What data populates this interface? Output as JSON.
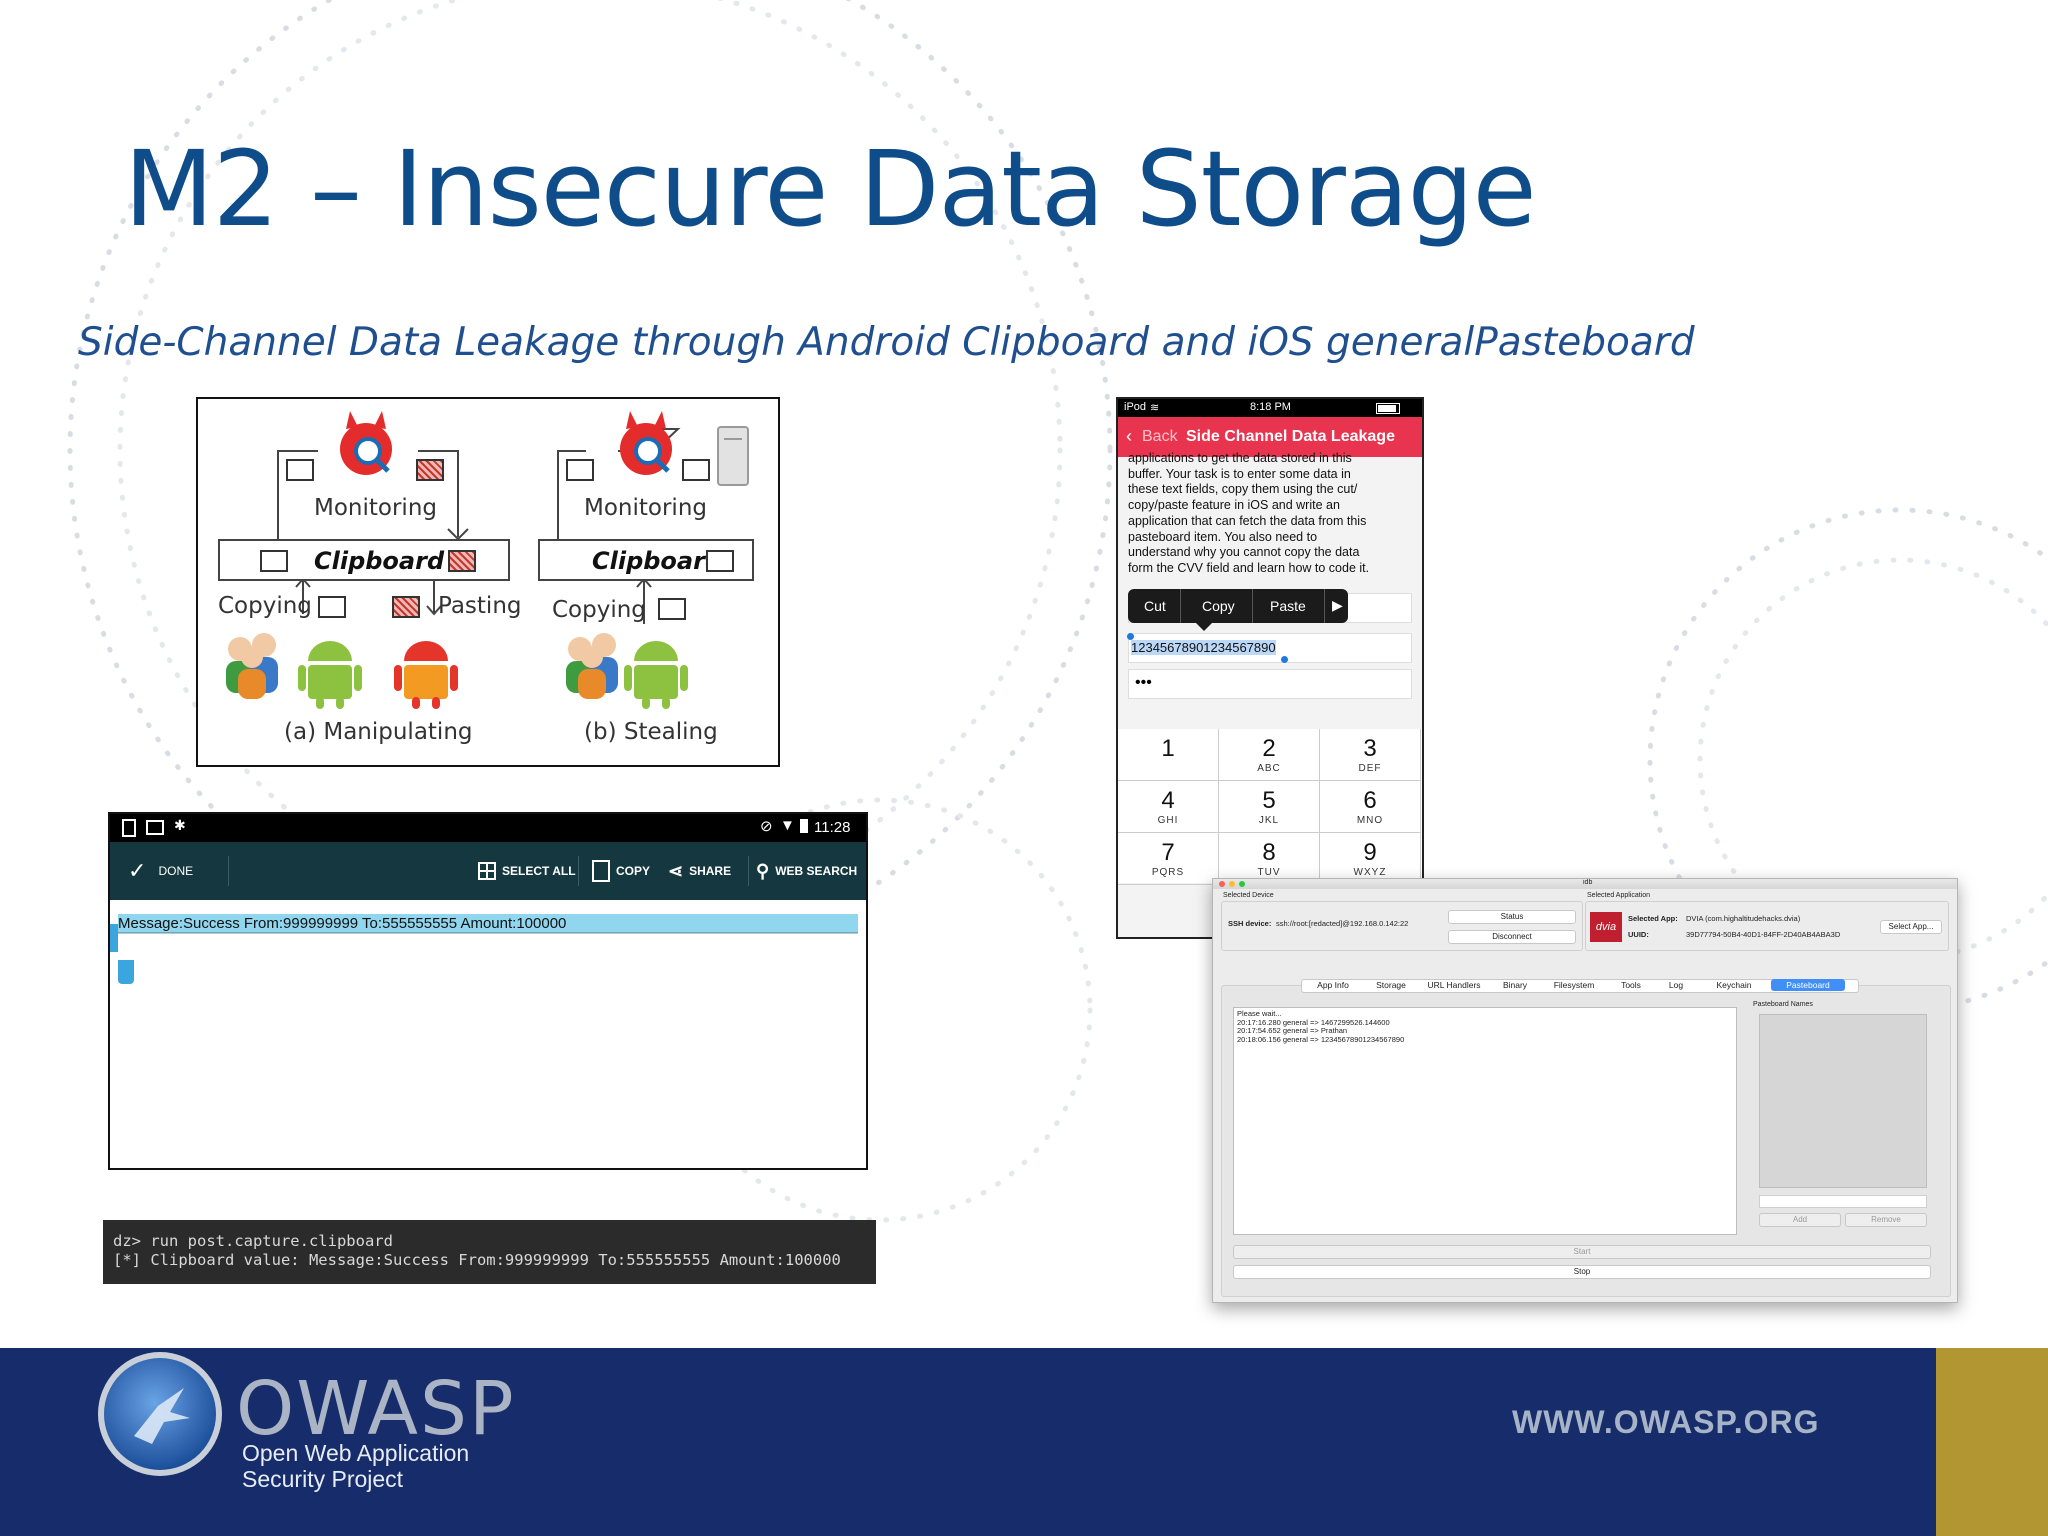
{
  "slide": {
    "title": "M2 – Insecure Data Storage",
    "subtitle": "Side-Channel Data Leakage through Android Clipboard and iOS generalPasteboard"
  },
  "diagram": {
    "monitoring_a": "Monitoring",
    "clipboard_a": "Clipboard",
    "copying_a": "Copying",
    "pasting_a": "Pasting",
    "caption_a": "(a) Manipulating",
    "monitoring_b": "Monitoring",
    "clipboard_b": "Clipboard",
    "copying_b": "Copying",
    "caption_b": "(b) Stealing"
  },
  "ios": {
    "carrier": "iPod",
    "time": "8:18 PM",
    "back_label": "Back",
    "nav_title": "Side Channel Data Leakage",
    "body_lines": [
      "applications to get the data stored in this",
      "buffer. Your task is to enter some data in",
      "these text fields, copy them using the cut/",
      "copy/paste feature in iOS and write an",
      "application that can fetch the data from this",
      "pasteboard item. You also need to",
      "understand why you cannot copy the data",
      "form the CVV field and learn how to code it."
    ],
    "menu": {
      "cut": "Cut",
      "copy": "Copy",
      "paste": "Paste"
    },
    "card_number": "12345678901234567890",
    "cvv_mask": "•••",
    "keys": [
      {
        "n": "1",
        "l": ""
      },
      {
        "n": "2",
        "l": "ABC"
      },
      {
        "n": "3",
        "l": "DEF"
      },
      {
        "n": "4",
        "l": "GHI"
      },
      {
        "n": "5",
        "l": "JKL"
      },
      {
        "n": "6",
        "l": "MNO"
      },
      {
        "n": "7",
        "l": "PQRS"
      },
      {
        "n": "8",
        "l": "TUV"
      },
      {
        "n": "9",
        "l": "WXYZ"
      }
    ]
  },
  "android": {
    "time": "11:28",
    "done": "DONE",
    "select_all": "SELECT ALL",
    "copy": "COPY",
    "share": "SHARE",
    "web_search": "WEB SEARCH",
    "selected_text": "Message:Success From:999999999 To:555555555 Amount:100000"
  },
  "terminal": {
    "line1": "dz> run post.capture.clipboard",
    "line2": "[*] Clipboard value: Message:Success From:999999999 To:555555555 Amount:100000"
  },
  "idb": {
    "window_title": "idb",
    "selected_device_label": "Selected Device",
    "ssh_label": "SSH device:",
    "ssh_value": "ssh://root:[redacted]@192.168.0.142:22",
    "status_btn": "Status",
    "disconnect_btn": "Disconnect",
    "selected_application_label": "Selected Application",
    "app_logo": "dvia",
    "selected_app_label": "Selected App:",
    "selected_app_value": "DVIA (com.highaltitudehacks.dvia)",
    "uuid_label": "UUID:",
    "uuid_value": "39D77794-50B4-40D1-84FF-2D40AB4ABA3D",
    "select_app_btn": "Select App...",
    "tabs": [
      "App Info",
      "Storage",
      "URL Handlers",
      "Binary",
      "Filesystem",
      "Tools",
      "Log",
      "Keychain",
      "Pasteboard"
    ],
    "log_lines": [
      "Please wait...",
      "20:17:16.280 general => 1467299526.144600",
      "20:17:54.652 general => Prathan",
      "20:18:06.156 general => 12345678901234567890"
    ],
    "pasteboard_names_label": "Pasteboard Names",
    "add_btn": "Add",
    "remove_btn": "Remove",
    "start_btn": "Start",
    "stop_btn": "Stop"
  },
  "footer": {
    "brand": "OWASP",
    "tagline1": "Open Web Application",
    "tagline2": "Security Project",
    "url": "WWW.OWASP.ORG"
  }
}
